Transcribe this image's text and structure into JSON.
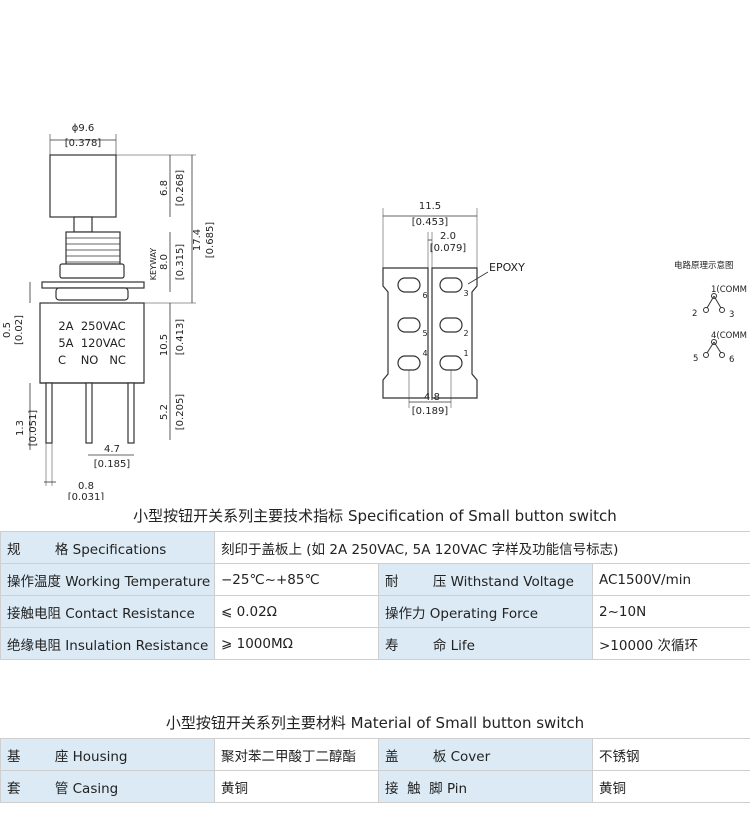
{
  "drawing": {
    "side_view": {
      "dim_diameter": "ϕ9.6",
      "dim_diameter_in": "[0.378]",
      "dim_cap_h": "6.8",
      "dim_cap_h_in": "[0.268]",
      "dim_total": "17.4",
      "dim_total_in": "[0.685]",
      "dim_bushing": "8.0",
      "dim_bushing_in": "[0.315]",
      "keyway": "KEYWAY",
      "dim_plate": "0.5",
      "dim_plate_in": "[0.02]",
      "dim_body": "10.5",
      "dim_body_in": "[0.413]",
      "dim_pin": "5.2",
      "dim_pin_in": "[0.205]",
      "dim_pin_off": "1.3",
      "dim_pin_off_in": "[0.051]",
      "dim_pitch": "4.7",
      "dim_pitch_in": "[0.185]",
      "dim_pin_w": "0.8",
      "dim_pin_w_in": "[0.031]",
      "rating1": "2A  250VAC",
      "rating2": "5A  120VAC",
      "terminals": "C    NO   NC"
    },
    "bottom_view": {
      "dim_width": "11.5",
      "dim_width_in": "[0.453]",
      "dim_gap": "2.0",
      "dim_gap_in": "[0.079]",
      "epoxy": "EPOXY",
      "dim_row": "4.8",
      "dim_row_in": "[0.189]",
      "pin_numbers": [
        "6",
        "5",
        "4",
        "3",
        "2",
        "1"
      ]
    },
    "circuit": {
      "title": "电路原理示意图",
      "c1_label": "1(COMM",
      "c1_left": "2",
      "c1_right": "3",
      "c2_label": "4(COMM",
      "c2_left": "5",
      "c2_right": "6"
    }
  },
  "spec_section": {
    "title": "小型按钮开关系列主要技术指标   Specification of Small button switch",
    "rows": [
      {
        "label": "规        格 Specifications",
        "value": "刻印于盖板上 (如 2A 250VAC, 5A 120VAC 字样及功能信号标志)"
      },
      {
        "label": "操作温度 Working Temperature",
        "value": "−25℃~+85℃",
        "label2": "耐        压 Withstand Voltage",
        "value2": "AC1500V/min"
      },
      {
        "label": "接触电阻 Contact Resistance",
        "value": "⩽ 0.02Ω",
        "label2": "操作力 Operating Force",
        "value2": "2~10N"
      },
      {
        "label": "绝缘电阻 Insulation Resistance",
        "value": "⩾ 1000MΩ",
        "label2": "寿        命 Life",
        "value2": ">10000 次循环"
      }
    ]
  },
  "material_section": {
    "title": "小型按钮开关系列主要材料   Material of Small button switch",
    "rows": [
      {
        "label": "基        座 Housing",
        "value": "聚对苯二甲酸丁二醇酯",
        "label2": "盖        板 Cover",
        "value2": "不锈钢"
      },
      {
        "label": "套        管 Casing",
        "value": "黄铜",
        "label2": "接  触  脚 Pin",
        "value2": "黄铜"
      }
    ]
  }
}
